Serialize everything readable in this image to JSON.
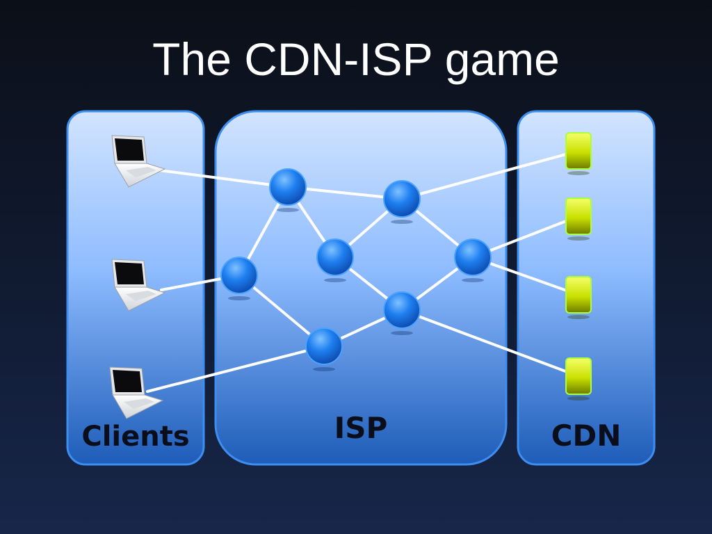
{
  "slide": {
    "title": "The CDN-ISP game"
  },
  "panels": {
    "clients": {
      "label": "Clients"
    },
    "isp": {
      "label": "ISP"
    },
    "cdn": {
      "label": "CDN"
    }
  },
  "colors": {
    "panel_top": "#cfe2ff",
    "panel_bottom": "#1c5fbf",
    "panel_border": "#3d8ef0",
    "node_fill": "#1a73e8",
    "server_fill": "#ccee00",
    "link": "#ffffff"
  },
  "icons": {
    "client": "laptop-icon",
    "router": "router-node-icon",
    "server": "cdn-server-icon"
  }
}
